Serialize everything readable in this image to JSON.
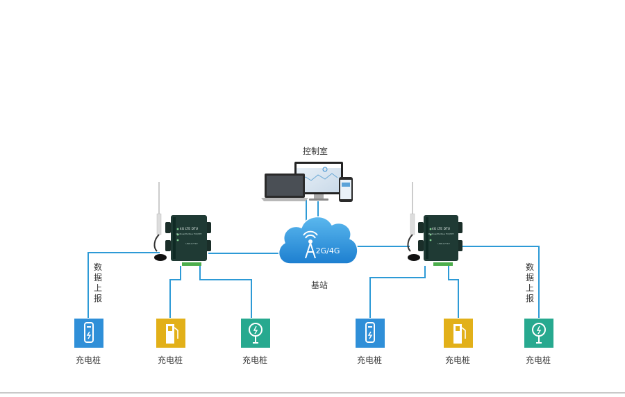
{
  "control_room": {
    "label": "控制室"
  },
  "base_station": {
    "label": "基站",
    "network": "2G/4G"
  },
  "dtu_left": {
    "title": "4G LTE DTU",
    "subtitle": "Modbus/Modbus TCP/LTE",
    "model": "USR-G771E"
  },
  "dtu_right": {
    "title": "4G LTE DTU",
    "subtitle": "Modbus/Modbus TCP/LTE",
    "model": "USR-G771E"
  },
  "data_report_left": {
    "label": "数据上报"
  },
  "data_report_right": {
    "label": "数据上报"
  },
  "chargers": [
    {
      "label": "充电桩",
      "icon": "phone-charger-icon",
      "color": "#2f8fd8"
    },
    {
      "label": "充电桩",
      "icon": "fuel-pump-icon",
      "color": "#e2b019"
    },
    {
      "label": "充电桩",
      "icon": "charging-plug-icon",
      "color": "#27a98f"
    },
    {
      "label": "充电桩",
      "icon": "phone-charger-icon",
      "color": "#2f8fd8"
    },
    {
      "label": "充电桩",
      "icon": "fuel-pump-icon",
      "color": "#e2b019"
    },
    {
      "label": "充电桩",
      "icon": "charging-plug-icon",
      "color": "#27a98f"
    }
  ],
  "colors": {
    "link": "#2d9ad6",
    "cloud": "#2b8fd6",
    "device": "#1f3a34",
    "device_terminal": "#4cae4c"
  }
}
